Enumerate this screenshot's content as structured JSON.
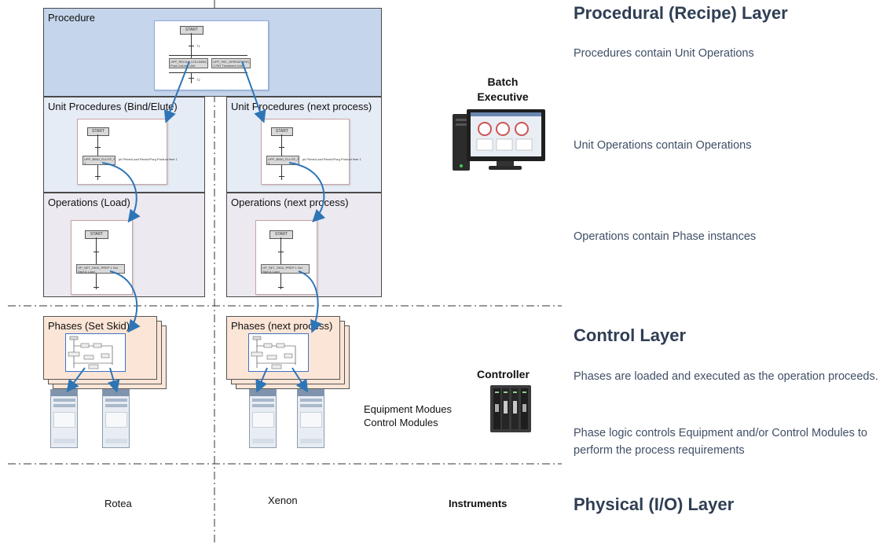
{
  "diagram": {
    "boxes": {
      "procedure": "Procedure",
      "unit_proc_left": "Unit Procedures (Bind/Elute)",
      "unit_proc_right": "Unit Procedures (next process)",
      "ops_left": "Operations (Load)",
      "ops_right": "Operations (next process)",
      "phases_left": "Phases (Set Skid)",
      "phases_right": "Phases (next process)"
    },
    "labels": {
      "batch_executive": "Batch\nExecutive",
      "controller": "Controller",
      "modules": "Equipment Modues\nControl Modules",
      "rotea": "Rotea",
      "xenon": "Xenon",
      "instruments": "Instruments"
    },
    "mini_text": {
      "start": "START",
      "step_a": "UPP_RECAL_COLUMNS_P... Post-Column Unit Procedure",
      "step_b": "UPP_PAT_OPERATIONS_PRIME 1 PAT Treatment Unit Procedure",
      "step_unit": "UPP_BIND_ELUTE_PK 1 UPPB_BND_ELUTE",
      "step_op": "OP_SET_SKID_PREP 1 Set Skid & Load",
      "side_note": "pk Prime/Load Recirc/Purg Product time 1",
      "t1": "T1",
      "t2": "T2"
    },
    "colors": {
      "procedure_fill": "#c5d5ec",
      "section_fill": "#e6ecf5",
      "ops_fill": "#ece9f1",
      "phase_fill": "#fbe5d6",
      "arrow": "#2e75b6"
    }
  },
  "right_panel": {
    "procedural_title": "Procedural (Recipe) Layer",
    "procedural_desc": "Procedures contain Unit Operations",
    "unit_ops_desc": "Unit Operations contain Operations",
    "ops_desc": "Operations contain Phase instances",
    "control_title": "Control Layer",
    "control_desc1": "Phases are loaded and executed as the operation proceeds.",
    "control_desc2": "Phase logic controls Equipment and/or Control Modules to perform the process requirements",
    "physical_title": "Physical (I/O) Layer"
  },
  "icons": {
    "computer": "desktop-computer-icon",
    "controller": "plc-controller-icon"
  }
}
